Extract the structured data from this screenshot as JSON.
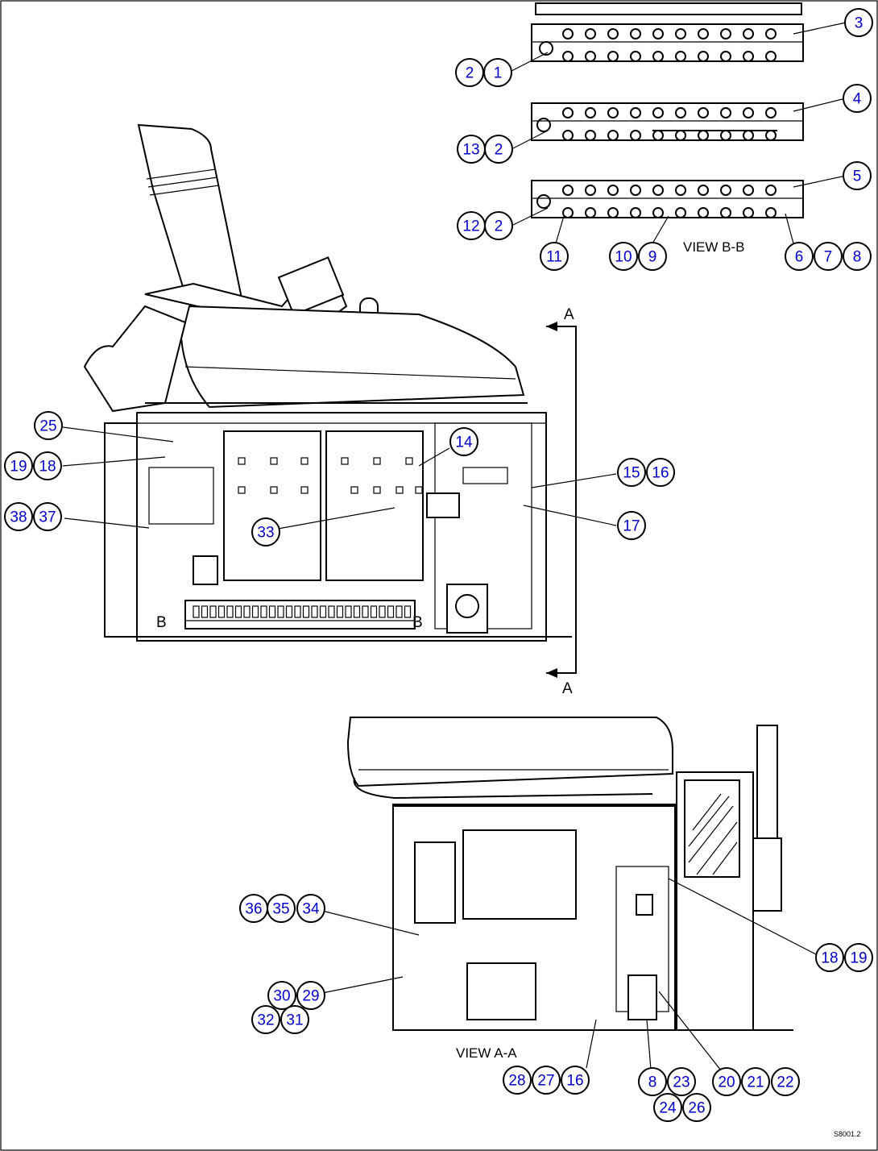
{
  "labels": {
    "view_bb": "VIEW B-B",
    "view_aa": "VIEW A-A",
    "section_a_top": "A",
    "section_a_bottom": "A",
    "section_b_left": "B",
    "section_b_right": "B",
    "drawing_code": "S8001.2"
  },
  "callouts": [
    {
      "id": "c1",
      "text": "1"
    },
    {
      "id": "c2a",
      "text": "2"
    },
    {
      "id": "c3",
      "text": "3"
    },
    {
      "id": "c13",
      "text": "13"
    },
    {
      "id": "c2b",
      "text": "2"
    },
    {
      "id": "c4",
      "text": "4"
    },
    {
      "id": "c12",
      "text": "12"
    },
    {
      "id": "c2c",
      "text": "2"
    },
    {
      "id": "c5",
      "text": "5"
    },
    {
      "id": "c11",
      "text": "11"
    },
    {
      "id": "c10",
      "text": "10"
    },
    {
      "id": "c9",
      "text": "9"
    },
    {
      "id": "c6",
      "text": "6"
    },
    {
      "id": "c7",
      "text": "7"
    },
    {
      "id": "c8a",
      "text": "8"
    },
    {
      "id": "c25",
      "text": "25"
    },
    {
      "id": "c19a",
      "text": "19"
    },
    {
      "id": "c18a",
      "text": "18"
    },
    {
      "id": "c14",
      "text": "14"
    },
    {
      "id": "c15",
      "text": "15"
    },
    {
      "id": "c16a",
      "text": "16"
    },
    {
      "id": "c17",
      "text": "17"
    },
    {
      "id": "c38",
      "text": "38"
    },
    {
      "id": "c37",
      "text": "37"
    },
    {
      "id": "c33",
      "text": "33"
    },
    {
      "id": "c36",
      "text": "36"
    },
    {
      "id": "c35",
      "text": "35"
    },
    {
      "id": "c34",
      "text": "34"
    },
    {
      "id": "c18b",
      "text": "18"
    },
    {
      "id": "c19b",
      "text": "19"
    },
    {
      "id": "c30",
      "text": "30"
    },
    {
      "id": "c29",
      "text": "29"
    },
    {
      "id": "c32",
      "text": "32"
    },
    {
      "id": "c31",
      "text": "31"
    },
    {
      "id": "c28",
      "text": "28"
    },
    {
      "id": "c27",
      "text": "27"
    },
    {
      "id": "c16b",
      "text": "16"
    },
    {
      "id": "c8b",
      "text": "8"
    },
    {
      "id": "c23",
      "text": "23"
    },
    {
      "id": "c20",
      "text": "20"
    },
    {
      "id": "c21",
      "text": "21"
    },
    {
      "id": "c22",
      "text": "22"
    },
    {
      "id": "c24",
      "text": "24"
    },
    {
      "id": "c26",
      "text": "26"
    }
  ]
}
